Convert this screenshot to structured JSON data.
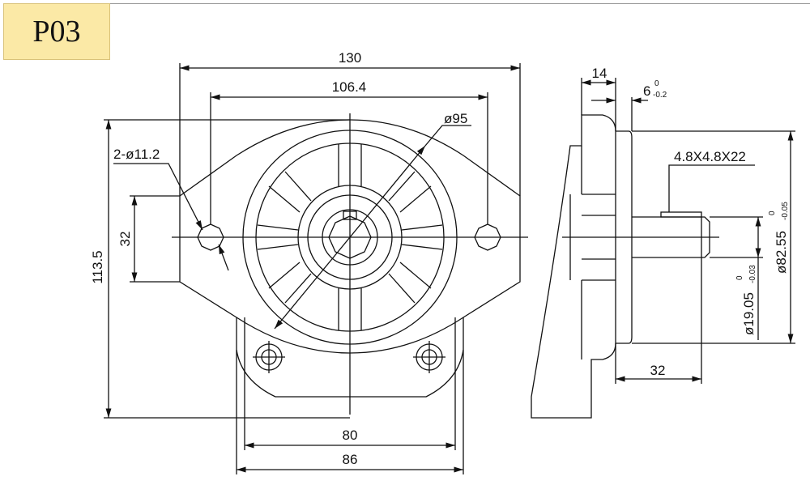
{
  "tag": "P03",
  "dims": {
    "w130": "130",
    "w106": "106.4",
    "d95": "ø95",
    "holes": "2-ø11.2",
    "h32": "32",
    "h113": "113.5",
    "w80": "80",
    "w86": "86",
    "s14": "14",
    "s6": "6",
    "s6_upper": "0",
    "s6_lower": "-0.2",
    "key": "4.8X4.8X22",
    "d82": "ø82.55",
    "d82_upper": "0",
    "d82_lower": "-0.05",
    "d19": "ø19.05",
    "d19_upper": "0",
    "d19_lower": "-0.03",
    "shaft32": "32"
  }
}
